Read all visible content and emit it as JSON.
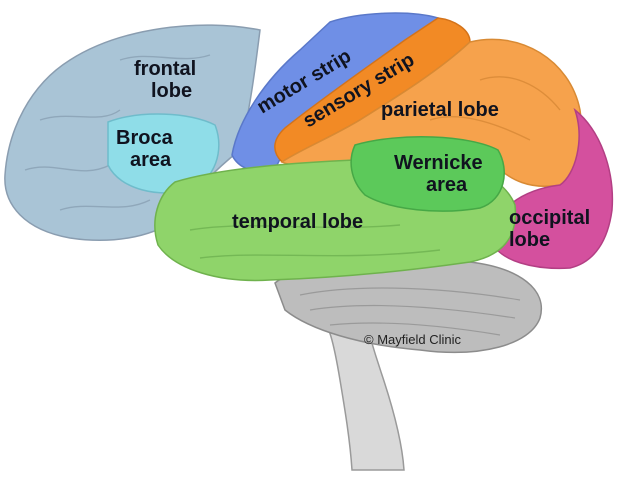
{
  "regions": {
    "frontal": {
      "line1": "frontal",
      "line2": "lobe",
      "color": "#a9c4d6"
    },
    "broca": {
      "line1": "Broca",
      "line2": "area",
      "color": "#8fdde8"
    },
    "motor": {
      "label": "motor strip",
      "color": "#6f8fe6"
    },
    "sensory": {
      "label": "sensory strip",
      "color": "#f28a25"
    },
    "parietal": {
      "label": "parietal lobe",
      "color": "#f6a24c"
    },
    "wernicke": {
      "line1": "Wernicke",
      "line2": "area",
      "color": "#5cc95a"
    },
    "temporal": {
      "label": "temporal lobe",
      "color": "#8fd46a"
    },
    "occipital": {
      "line1": "occipital",
      "line2": "lobe",
      "color": "#d4509e"
    }
  },
  "credit": "© Mayfield Clinic",
  "colors": {
    "cerebellum": "#bdbdbd",
    "brainstem": "#d9d9d9",
    "outline": "#8a8f96"
  }
}
